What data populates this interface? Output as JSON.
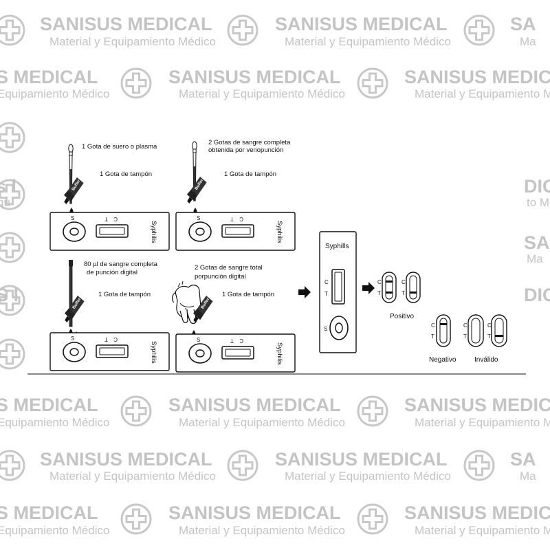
{
  "watermark": {
    "brand": "SANISUS MEDICAL",
    "tagline": "Material y Equipamiento Médico",
    "brand_partial": "S MEDICAL",
    "tagline_partial": "Equipamiento Médico",
    "brand_cut": "SANISUS MEDIC",
    "tagline_cut": "Material y Equipamie",
    "cut_right_1": "SA",
    "cut_right_2": "Ma",
    "cut_right_3": "DIC",
    "cut_right_4": "to Me",
    "cut_left_1": "s l",
    "cut_left_2": "qu",
    "cut_left_3": "S l"
  },
  "steps": {
    "serum": {
      "sample": "1 Gota de suero o plasma",
      "buffer": "1 Gota de tampón"
    },
    "venous": {
      "sample_line1": "2 Gotas de sangre completa",
      "sample_line2": "obtenida por venopunción",
      "buffer": "1 Gota de tampón"
    },
    "fingertip": {
      "sample_line1": "80 µl de sangre completa",
      "sample_line2": "de punción digital",
      "buffer": "1 Gota de tampón"
    },
    "fingerstick": {
      "sample_line1": "2 Gotas de sangre total",
      "sample_line2": "porpunción digital",
      "buffer": "1 Gota de tampón"
    }
  },
  "device": {
    "name": "Syphilis",
    "name_vertical": "Syphills",
    "control_letter": "C",
    "test_letter": "T",
    "sample_letter": "S",
    "buffer_label": "Buffer"
  },
  "results": {
    "positive": "Positivo",
    "negative": "Negativo",
    "invalid": "Inválido"
  }
}
